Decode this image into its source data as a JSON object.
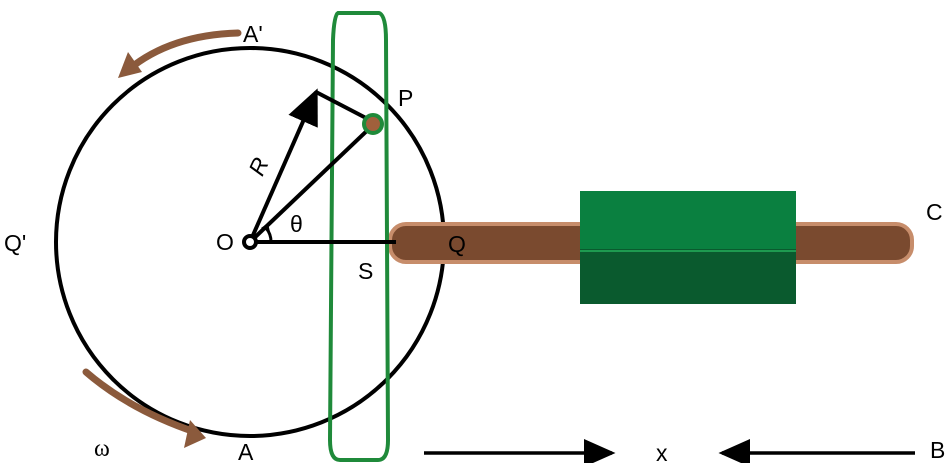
{
  "labels": {
    "O": "O",
    "P": "P",
    "Q": "Q",
    "Q_prime": "Q'",
    "A": "A",
    "A_prime": "A'",
    "R": "R",
    "S": "S",
    "theta": "θ",
    "omega": "ω",
    "x": "x",
    "B": "B",
    "C": "C"
  },
  "colors": {
    "circle": "#000000",
    "slot_ring": "#1f8a3a",
    "rod_fill": "#7a4a2f",
    "rod_outline": "#c78d6b",
    "slider_top": "#0a8040",
    "slider_bottom": "#0a5a2e",
    "rotation_arrow": "#8b5a3c",
    "pin_fill": "#a0603c",
    "pin_ring": "#1f8a3a"
  }
}
